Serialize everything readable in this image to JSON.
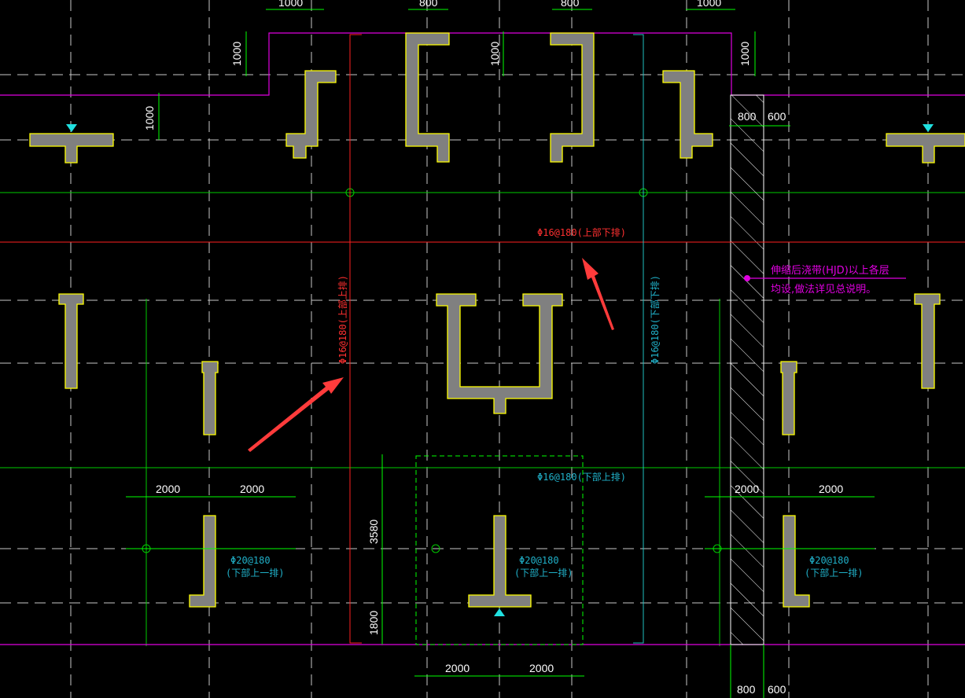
{
  "dimensions": {
    "d1000": "1000",
    "d800": "800",
    "d600": "600",
    "d2000": "2000",
    "d3580": "3580",
    "d1800": "1800"
  },
  "rebar": {
    "top_horizontal": "Φ16@180(上部下排)",
    "vertical_red": "Φ16@180(上部上排)",
    "vertical_cyan": "Φ16@180(下部下排)",
    "bottom_horizontal": "Φ16@180(下部上排)",
    "local_20": "Φ20@180",
    "local_20_sub": "(下部上一排)"
  },
  "note": {
    "line1": "伸缩后浇带(HJD)以上各层",
    "line2": "均设,做法详见总说明。"
  },
  "colors": {
    "background": "#000000",
    "wall_fill": "#808080",
    "wall_edge": "#ffff00",
    "dimension": "#00ff00",
    "red_rebar": "#ff2020",
    "cyan_rebar": "#20c0c0",
    "outline": "#e000e0",
    "annotation_arrow": "#ff3b3b"
  }
}
